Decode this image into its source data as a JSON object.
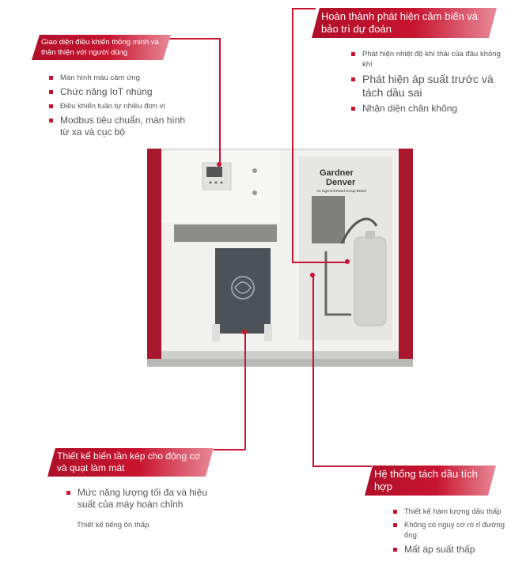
{
  "callouts": {
    "ui": {
      "title": "Giao diện điều khiển thông minh và thân thiện với người dùng",
      "points": [
        "Màn hình màu cảm ứng",
        "Chức năng IoT nhúng",
        "Điều khiển tuần tự nhiều đơn vị",
        "Modbus tiêu chuẩn, màn hình từ xa và cục bộ"
      ]
    },
    "sensor": {
      "title": "Hoàn thành phát hiện cảm biến và bảo trì dự đoán",
      "points": [
        "Phát hiện nhiệt độ khí thải của đầu không khí",
        "Phát hiện áp suất trước và tách dầu sai",
        "Nhận diện chân không"
      ]
    },
    "inverter": {
      "title": "Thiết kế biến tần kép cho động cơ và quạt làm mát",
      "points": [
        "Mức năng lượng tối đa và hiệu suất của máy hoàn chỉnh"
      ],
      "note": "Thiết kế tiếng ồn thấp"
    },
    "oil": {
      "title": "Hệ thống tách dầu tích hợp",
      "points": [
        "Thiết kế hàm lượng dầu thấp",
        "Không có nguy cơ rò rỉ đường ống",
        "Mất áp suất thấp"
      ]
    }
  },
  "machine": {
    "brand_line1": "Gardner",
    "brand_line2": "Denver",
    "brand_tagline": "An Ingersoll Rand Group Brand"
  },
  "colors": {
    "accent": "#c8142f",
    "text": "#555555",
    "panel": "#efefed"
  }
}
